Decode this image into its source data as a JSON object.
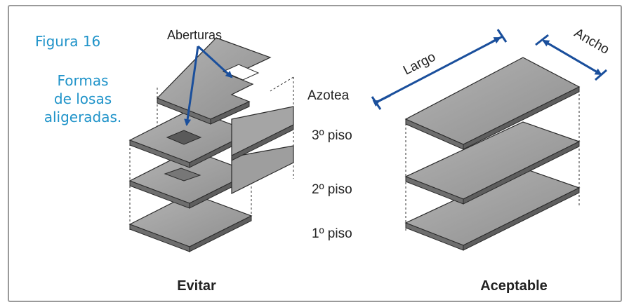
{
  "figure": {
    "number": "Figura 16",
    "caption_lines": [
      "Formas",
      "de losas",
      "aligeradas."
    ]
  },
  "labels": {
    "aberturas": "Aberturas",
    "azotea": "Azotea",
    "piso3": "3º piso",
    "piso2": "2º piso",
    "piso1": "1º piso",
    "evitar": "Evitar",
    "aceptable": "Aceptable",
    "largo": "Largo",
    "ancho": "Ancho"
  },
  "colors": {
    "accent_blue": "#1f93c9",
    "arrow_blue": "#1a4f9c",
    "slab_top": "#a3a3a3",
    "slab_side": "#6e6e6e",
    "border": "#9a9a9a"
  }
}
